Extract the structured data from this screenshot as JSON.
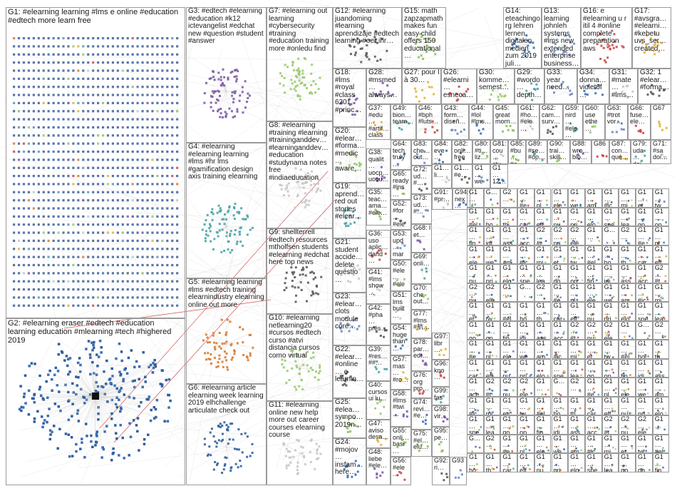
{
  "groups": [
    {
      "id": "G1",
      "label": "G1: #elearning learning #lms e online #education #edtech more learn free"
    },
    {
      "id": "G2",
      "label": "G2: #elearning eraser #edtech #education learning education #mlearning #tech #highered 2019"
    },
    {
      "id": "G3",
      "label": "G3: #edtech #elearning #education #k12 ictevangelist #edchat new #question #student #answer"
    },
    {
      "id": "G4",
      "label": "G4: #elearning #elearning learning #lms #hr lms #gamification design axis training elearning"
    },
    {
      "id": "G5",
      "label": "G5: #elearning learning #lms #edtech training elearnindustry elearning online out more"
    },
    {
      "id": "G6",
      "label": "G6: #elearning article elearning week learning 2019 elhchallenge articulate check out"
    },
    {
      "id": "G7",
      "label": "G7: #elearning out learning #cybersecurity #training #education training more #onledu find"
    },
    {
      "id": "G8",
      "label": "G8: #elearning #training #learning #traininganddev… #learninganddev… #education #studynama notes free #indiaeducation"
    },
    {
      "id": "G9",
      "label": "G9: shellterrell #edtech resources mtholfsen students #elearning #edchat here top news"
    },
    {
      "id": "G10",
      "label": "G10: #elearning netlearning20 #cursos #edtech curso #atvi distancia cursos como virtual"
    },
    {
      "id": "G11",
      "label": "G11: #elearning online new help more out career courses elearning course"
    },
    {
      "id": "G12",
      "label": "G12: #elearning juandoming #learning aprendizaje #edtech learning #oer ihr…"
    },
    {
      "id": "G13",
      "label": "G13: learning johnleh systems #lms new extended enterprise business…"
    },
    {
      "id": "G14",
      "label": "G14: eteachingorg lehren lernen digitalen medien zum 2019 juli…"
    },
    {
      "id": "G15",
      "label": "G15: math zapzapmath makes fun easy child offers 150 educational…"
    },
    {
      "id": "G16",
      "label": "G16: e #elearning u r itil 4 #online complete preparation aws"
    },
    {
      "id": "G17",
      "label": "G17: #avsgra… #elearni… #kebetu uvs_ser… created…"
    },
    {
      "id": "G18",
      "label": "G18: #lms #royal #class 6201 #princ…"
    },
    {
      "id": "G19",
      "label": "G19: aprend… red out stories #elear…"
    },
    {
      "id": "G20",
      "label": "G20: #elear… #forma… #medic… aware…"
    },
    {
      "id": "G21",
      "label": "G21: student accide… delete questio…"
    },
    {
      "id": "G22",
      "label": "G22: #elear… #online… e learnin…"
    },
    {
      "id": "G23",
      "label": "G23: #elear… clots module core…"
    },
    {
      "id": "G24",
      "label": "G24: #mojov… insfam… here…"
    },
    {
      "id": "G25",
      "label": "G25: #elea… sympo… 2019n…"
    },
    {
      "id": "G26",
      "label": "G26: #elearni… esneca…"
    },
    {
      "id": "G27",
      "label": "G27: pour l à 30…"
    },
    {
      "id": "G28",
      "label": "G28: #msmed… always…"
    },
    {
      "id": "G29",
      "label": "G29: #wordo… depth…"
    },
    {
      "id": "G30",
      "label": "G30: komme… semest…"
    },
    {
      "id": "G31",
      "label": "G31: #mate… #lms…"
    },
    {
      "id": "G32",
      "label": "G32: 1 #elear… #forma…"
    },
    {
      "id": "G33",
      "label": "G33: year need…"
    },
    {
      "id": "G34",
      "label": "G34: donna… violet6f…"
    },
    {
      "id": "G35",
      "label": "G35: teac… ama… #ele…"
    },
    {
      "id": "G36",
      "label": "G36: uso aplic… dand…"
    },
    {
      "id": "G37",
      "label": "G37: #edu… #artif… class…"
    },
    {
      "id": "G38",
      "label": "G38: qualit… uocp… uocu…"
    },
    {
      "id": "G39",
      "label": "G39: #res… ##…"
    },
    {
      "id": "G40",
      "label": "G40: cursos ui lu…"
    },
    {
      "id": "G41",
      "label": "G41: #lms show…"
    },
    {
      "id": "G42",
      "label": "G42: #pha… prés…"
    },
    {
      "id": "G43",
      "label": "G43: form… diseñ…"
    },
    {
      "id": "G44",
      "label": "G44: #lol #lms…"
    },
    {
      "id": "G45",
      "label": "G45: great morn…"
    },
    {
      "id": "G46",
      "label": "G46: #bph #luts…"
    },
    {
      "id": "G47",
      "label": "G47: aviso desa…"
    },
    {
      "id": "G48",
      "label": "G48: liebe #ele…"
    },
    {
      "id": "G49",
      "label": "G49: bion… team…"
    },
    {
      "id": "G50",
      "label": "G50: #ele… #ele…"
    },
    {
      "id": "G51",
      "label": "G51: lms built…"
    },
    {
      "id": "G52",
      "label": "G52: #for… #ele…"
    },
    {
      "id": "G53",
      "label": "G53: upd… mar…"
    },
    {
      "id": "G54",
      "label": "G54: huge than…"
    },
    {
      "id": "G55",
      "label": "G55: onli… basi…"
    },
    {
      "id": "G56",
      "label": "G56: #ele…"
    },
    {
      "id": "G57",
      "label": "G57: mas… #ro…"
    },
    {
      "id": "G58",
      "label": "G58: #lms #twi…"
    },
    {
      "id": "G59",
      "label": "G59: nird… #ele…"
    },
    {
      "id": "G60",
      "label": "G60: use ethe…"
    },
    {
      "id": "G61",
      "label": "G61: #ho… #ele…"
    },
    {
      "id": "G62",
      "label": "G62: cam… surv…"
    },
    {
      "id": "G63",
      "label": "G63: #trot vor…"
    },
    {
      "id": "G64",
      "label": "G64: tech truly…"
    },
    {
      "id": "G65",
      "label": "G65: ready #ins…"
    },
    {
      "id": "G66",
      "label": "G66: fuse… ele…"
    },
    {
      "id": "G67",
      "label": "G67"
    },
    {
      "id": "G68",
      "label": "G68: l et…"
    },
    {
      "id": "G69",
      "label": "G69: onli…"
    },
    {
      "id": "G70",
      "label": "G70: che out…"
    },
    {
      "id": "G71",
      "label": "G71: #sa doi…"
    },
    {
      "id": "G72",
      "label": "G72: ud… #…"
    },
    {
      "id": "G73",
      "label": "G73: ud… #…"
    },
    {
      "id": "G74",
      "label": "G74: revi… #e…"
    },
    {
      "id": "G75",
      "label": "G75: #el… elu…"
    },
    {
      "id": "G76",
      "label": "G76: org pro…"
    },
    {
      "id": "G77",
      "label": "G77: #lms #航…"
    },
    {
      "id": "G78",
      "label": "G78: par… edt…"
    },
    {
      "id": "G79",
      "label": "G79: uda… doi…"
    },
    {
      "id": "G80",
      "label": "G80: #ti… liz…"
    },
    {
      "id": "G81",
      "label": "G81: cou… stu…"
    },
    {
      "id": "G82",
      "label": "G82: onli… free…"
    },
    {
      "id": "G83",
      "label": "G83: che… out…"
    },
    {
      "id": "G84",
      "label": "G84: eve… po…"
    },
    {
      "id": "G85",
      "label": "G85: #bu… #e…"
    },
    {
      "id": "G86",
      "label": "G86"
    },
    {
      "id": "G87",
      "label": "G87: con… qué…"
    },
    {
      "id": "G88",
      "label": "G88: wro… blo…"
    },
    {
      "id": "G89",
      "label": "G89: #se… #op…"
    },
    {
      "id": "G90",
      "label": "G90: trai… skill…"
    },
    {
      "id": "G91",
      "label": "G91: #pr…"
    },
    {
      "id": "G92",
      "label": "G92: ri…"
    },
    {
      "id": "G93",
      "label": "G93"
    },
    {
      "id": "G94",
      "label": "G94: nex…"
    },
    {
      "id": "G95",
      "label": "G95: pe…"
    },
    {
      "id": "G96",
      "label": "G96: kno…"
    },
    {
      "id": "G97",
      "label": "G97: libr…"
    },
    {
      "id": "G98",
      "label": "G98: vir…"
    },
    {
      "id": "G99",
      "label": "G99: fas…"
    },
    {
      "id": "G1a",
      "label": "G1… li…"
    },
    {
      "id": "G1b",
      "label": "G1… #e…"
    },
    {
      "id": "G1c",
      "label": "G1… we…"
    },
    {
      "id": "G1d",
      "label": "G1… 12…"
    }
  ],
  "small_labels": [
    "G1…",
    "G…",
    "G2…",
    "G1… #e…",
    "G1… pl…",
    "G1… ele…",
    "G1… we…",
    "G1… am…",
    "G1… #ic…",
    "G1… mi…",
    "G1… et…",
    "G1… tw…",
    "G1… #el…",
    "G1… ho…",
    "G1… th…",
    "G1… car…",
    "G1… eff…",
    "G1… nu…",
    "G1… pri…",
    "G1… elo…",
    "G1… spe…",
    "G1… lea…",
    "G1… go…",
    "G1… op…",
    "G1… fin…",
    "G1… idi…",
    "G1… ass…",
    "G1… acc…",
    "G2… #t…",
    "G2… nu…",
    "G2… ele…"
  ],
  "colors": {
    "edge": "#b9b9b9",
    "edge_red": "#cc2a2a",
    "frame": "#9a9a9a"
  }
}
